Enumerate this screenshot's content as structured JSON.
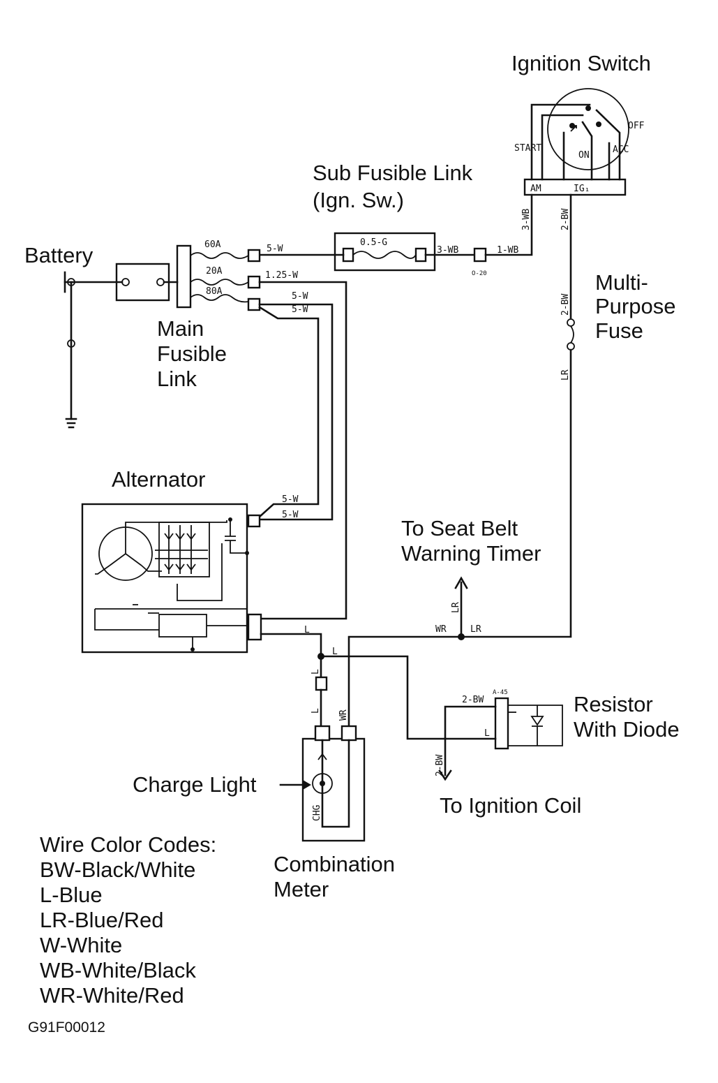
{
  "labels": {
    "ignition_switch": "Ignition Switch",
    "sub_fusible_link_1": "Sub Fusible Link",
    "sub_fusible_link_2": "(Ign. Sw.)",
    "battery": "Battery",
    "main_fusible_link_1": "Main",
    "main_fusible_link_2": "Fusible",
    "main_fusible_link_3": "Link",
    "multi_purpose_fuse_1": "Multi-",
    "multi_purpose_fuse_2": "Purpose",
    "multi_purpose_fuse_3": "Fuse",
    "alternator": "Alternator",
    "seat_belt_1": "To Seat Belt",
    "seat_belt_2": "Warning Timer",
    "resistor_1": "Resistor",
    "resistor_2": "With Diode",
    "charge_light": "Charge Light",
    "ignition_coil": "To Ignition Coil",
    "combination_meter_1": "Combination",
    "combination_meter_2": "Meter",
    "figure_id": "G91F00012"
  },
  "legend": {
    "title": "Wire Color Codes:",
    "items": [
      "BW-Black/White",
      "L-Blue",
      "LR-Blue/Red",
      "W-White",
      "WB-White/Black",
      "WR-White/Red"
    ]
  },
  "switch_positions": {
    "off": "OFF",
    "start": "START",
    "on": "ON",
    "acc": "ACC",
    "am": "AM",
    "ig": "IG₁"
  },
  "fuse_ratings": {
    "f60": "60A",
    "f20": "20A",
    "f80": "80A",
    "sub": "0.5-G"
  },
  "wire_labels": {
    "w1": "5-W",
    "w2": "1.25-W",
    "w3": "5-W",
    "w4": "5-W",
    "w5": "3-WB",
    "w6": "1-WB",
    "w7": "3-WB",
    "w8": "2-BW",
    "w9": "2-BW",
    "w10": "LR",
    "w11": "5-W",
    "w12": "5-W",
    "w13": "LR",
    "w14": "WR",
    "w15": "LR",
    "w16": "L",
    "w17": "L",
    "w18": "L",
    "w19": "L",
    "w20": "WR",
    "w21": "2-BW",
    "w22": "L",
    "w23": "2-BW"
  },
  "connector_ids": {
    "c1": "O-20",
    "c2": "A-45"
  },
  "meter_lamp": "CHG"
}
